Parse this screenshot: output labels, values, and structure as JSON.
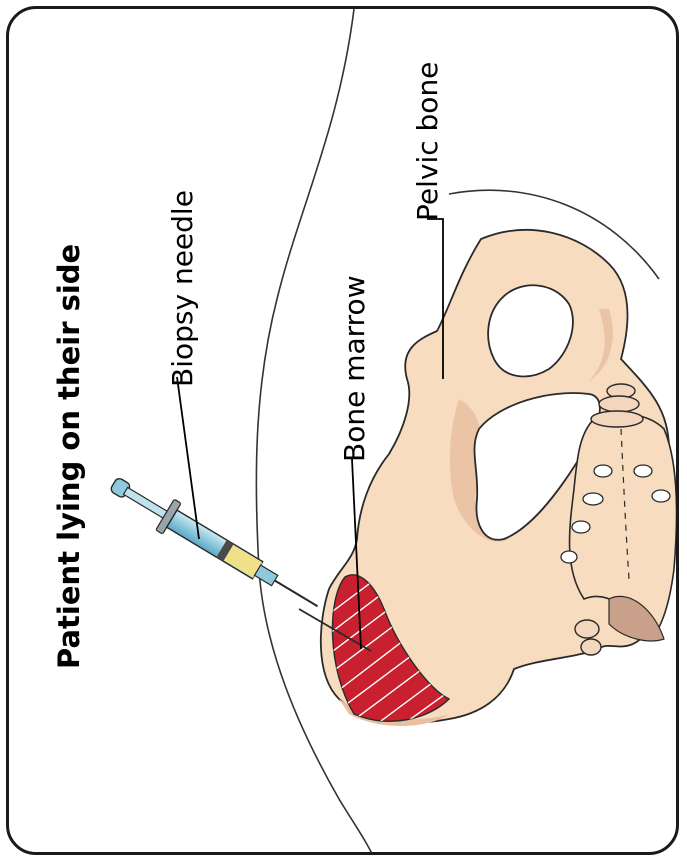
{
  "diagram": {
    "title": "Patient lying on their side",
    "labels": {
      "needle": "Biopsy needle",
      "marrow": "Bone marrow",
      "pelvis": "Pelvic bone"
    },
    "colors": {
      "bone": "#f7dcc0",
      "bone_shadow": "#e8bfa0",
      "marrow": "#c8202e",
      "outline": "#2a2a2a",
      "syringe": "#8fd0e6",
      "fluid": "#f1e08a"
    }
  }
}
